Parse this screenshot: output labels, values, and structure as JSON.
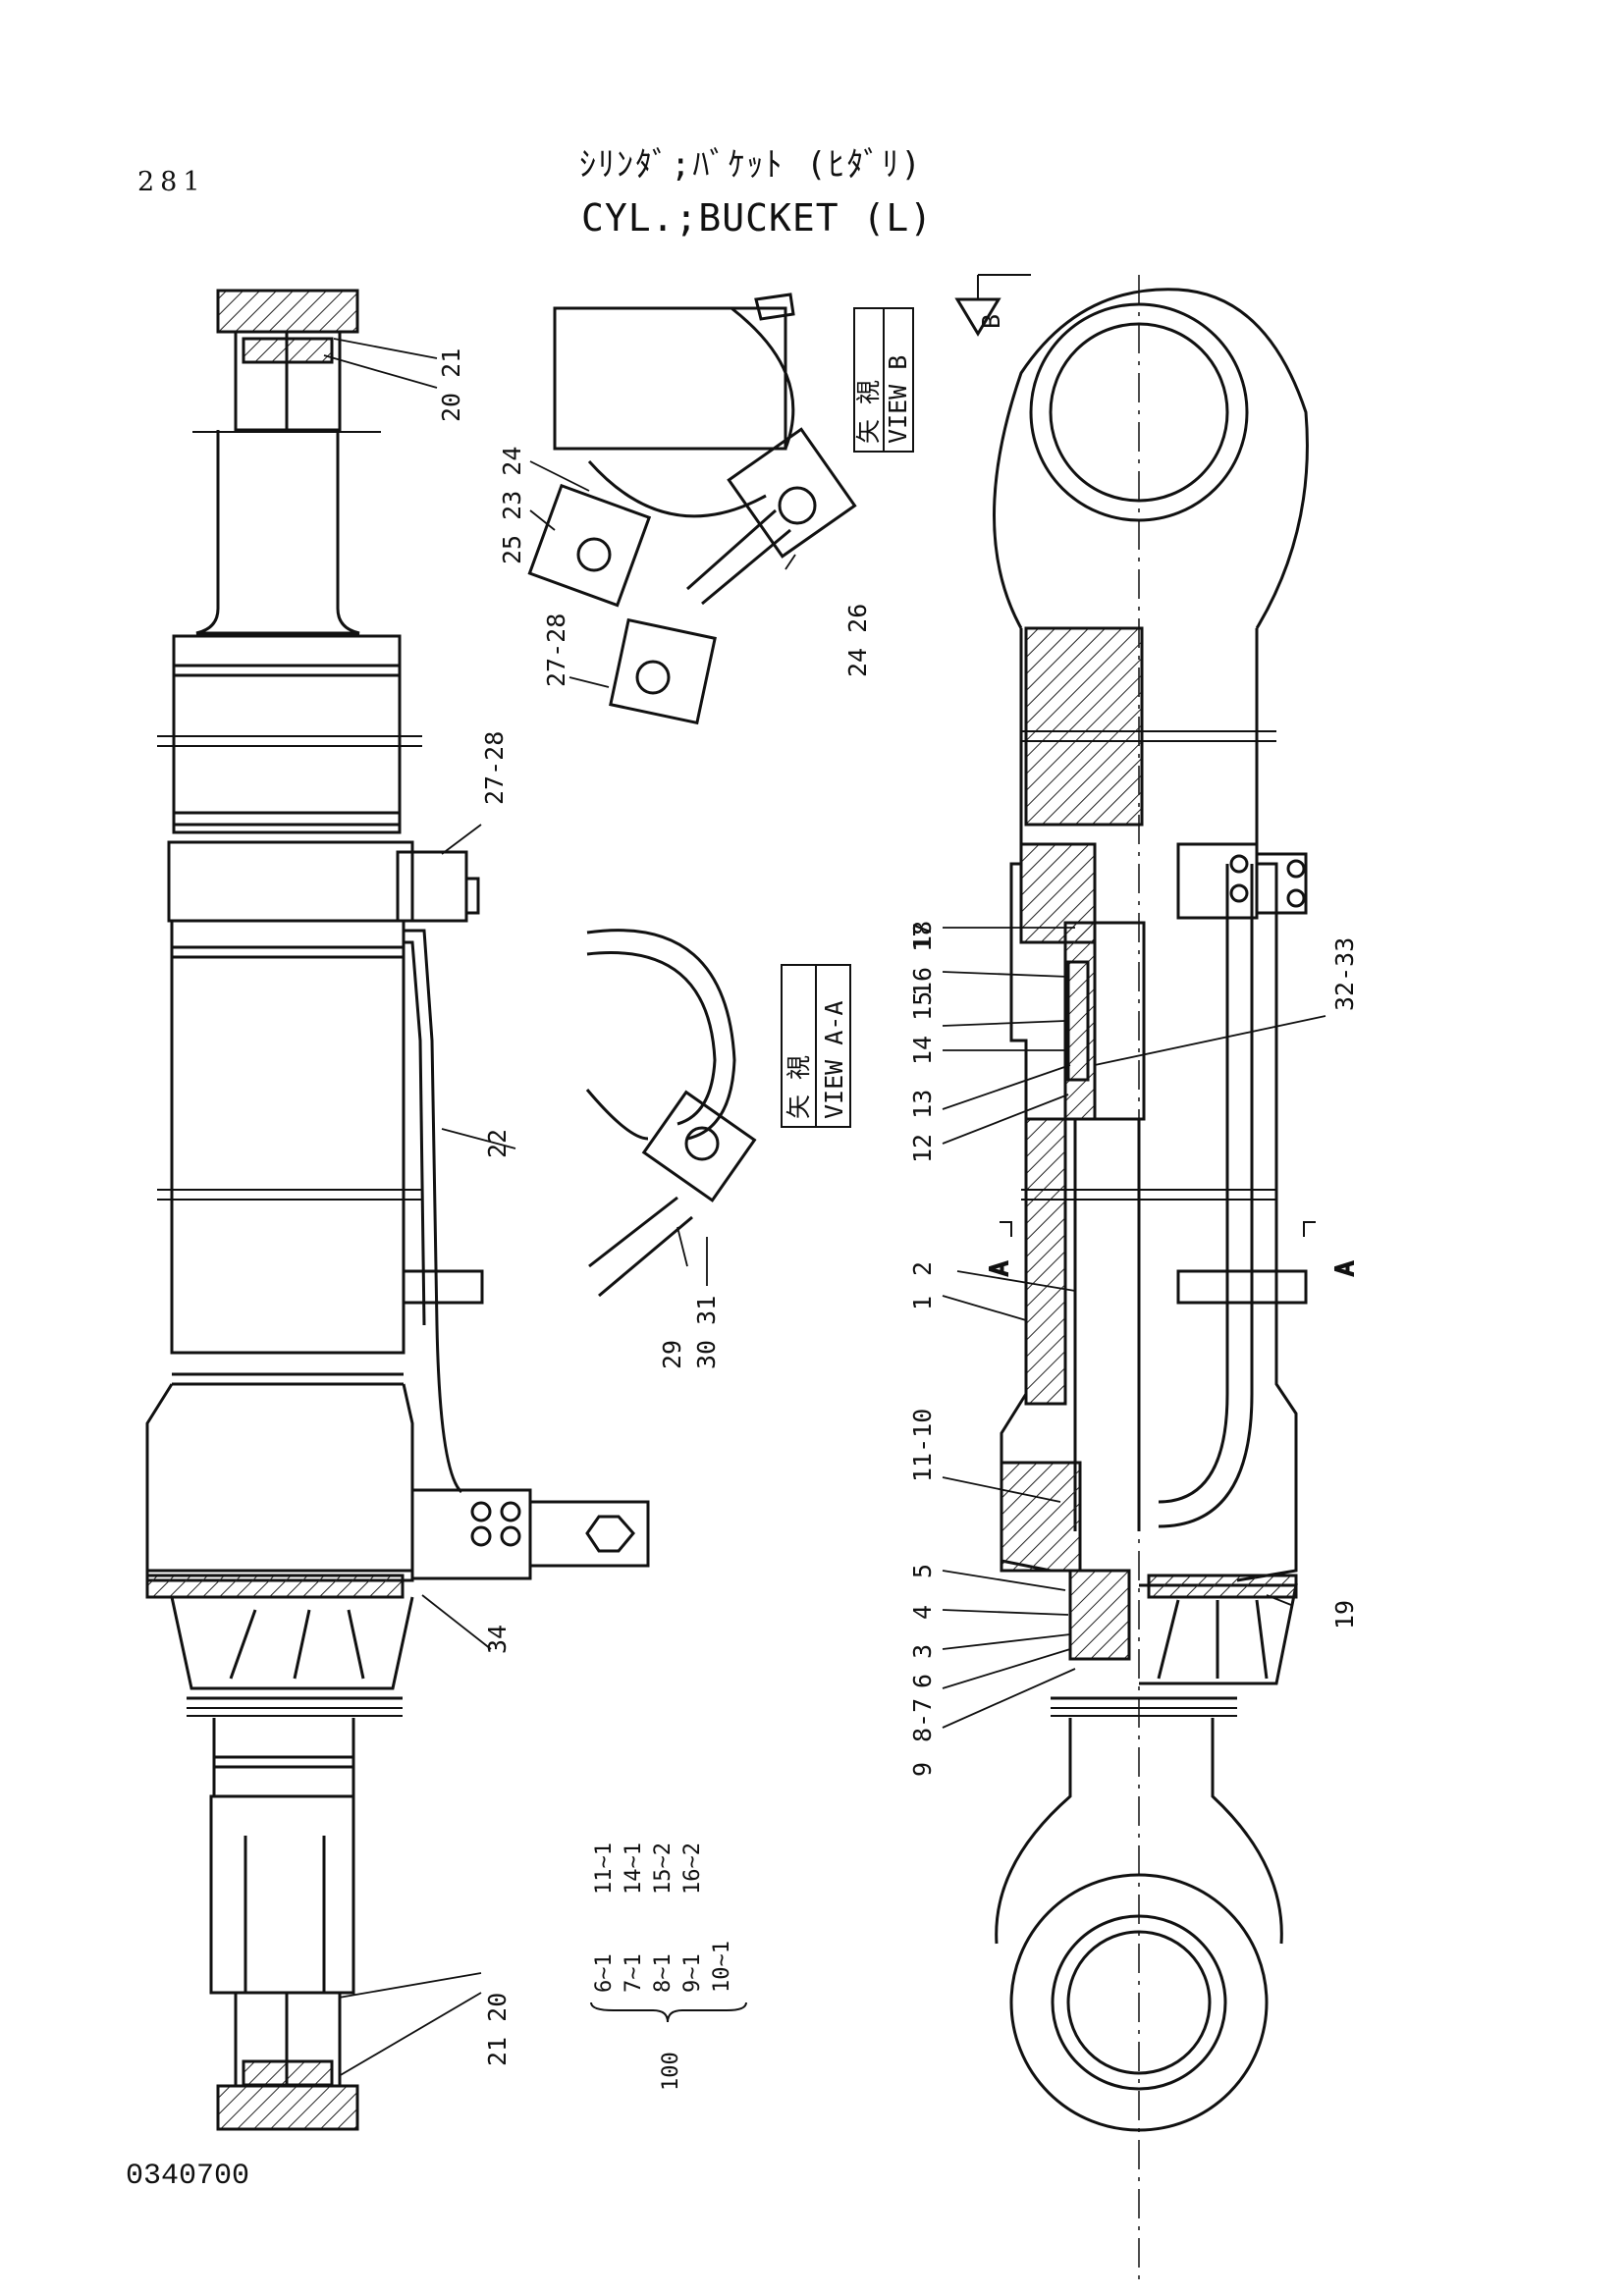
{
  "header": {
    "page_number": "281",
    "title_jp": "ｼﾘﾝﾀﾞ;ﾊﾞｹｯﾄ (ﾋﾀﾞﾘ)",
    "title_en": "CYL.;BUCKET (L)"
  },
  "footer": {
    "drawing_number": "0340700"
  },
  "views": {
    "view_b": {
      "jp": "矢 視",
      "en": "VIEW B",
      "marker": "B"
    },
    "view_aa": {
      "jp": "矢 視",
      "en": "VIEW A-A",
      "marker": "A"
    }
  },
  "callouts": {
    "p20_21_top": "20 21",
    "p25_23_24": "25 23 24",
    "p27_28_a": "27-28",
    "p24_26": "24 26",
    "p27_28_b": "27-28",
    "p22": "22",
    "p29": "29",
    "p30_31": "30 31",
    "p34": "34",
    "p21_20_bot": "21 20",
    "p12_13": "12 13",
    "p14_15": "14 15",
    "p16_17": "16 17",
    "p18": "18",
    "p32_33": "32-33",
    "p2": "2",
    "p1": "1",
    "p11_10": "11-10",
    "p5": "5",
    "p4": "4",
    "p6_3": "6 3",
    "p8_7": "8-7",
    "p9": "9",
    "p19": "19"
  },
  "kit_note": {
    "group_a": [
      "11~1",
      "14~1",
      "15~2",
      "16~2"
    ],
    "group_b": [
      "6~1",
      "7~1",
      "8~1",
      "9~1",
      "10~1"
    ],
    "kit_number": "100"
  }
}
